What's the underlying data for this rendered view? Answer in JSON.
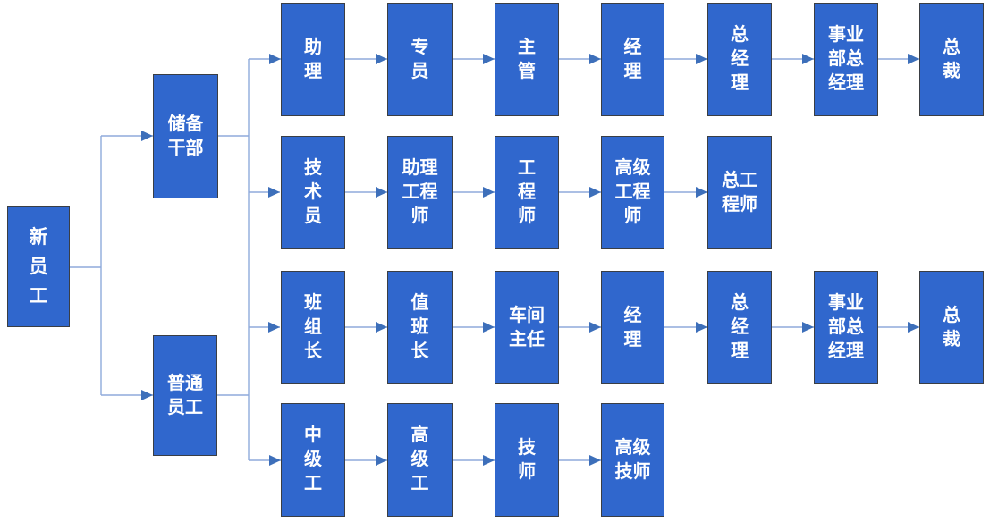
{
  "colors": {
    "box_fill": "#3067CD",
    "box_border": "#3A3E44",
    "connector_line": "#8FAADC",
    "arrow_head": "#3D6FBA",
    "box_text": "#FFFFFF",
    "background": "#FFFFFF"
  },
  "root": {
    "label": "新\n员\n工"
  },
  "branches": [
    {
      "label": "储备\n干部"
    },
    {
      "label": "普通\n员工"
    }
  ],
  "tracks": [
    {
      "nodes": [
        "助\n理",
        "专\n员",
        "主\n管",
        "经\n理",
        "总\n经\n理",
        "事业\n部总\n经理",
        "总\n裁"
      ]
    },
    {
      "nodes": [
        "技\n术\n员",
        "助理\n工程\n师",
        "工\n程\n师",
        "高级\n工程\n师",
        "总工\n程师"
      ]
    },
    {
      "nodes": [
        "班\n组\n长",
        "值\n班\n长",
        "车间\n主任",
        "经\n理",
        "总\n经\n理",
        "事业\n部总\n经理",
        "总\n裁"
      ]
    },
    {
      "nodes": [
        "中\n级\n工",
        "高\n级\n工",
        "技\n师",
        "高级\n技师"
      ]
    }
  ]
}
